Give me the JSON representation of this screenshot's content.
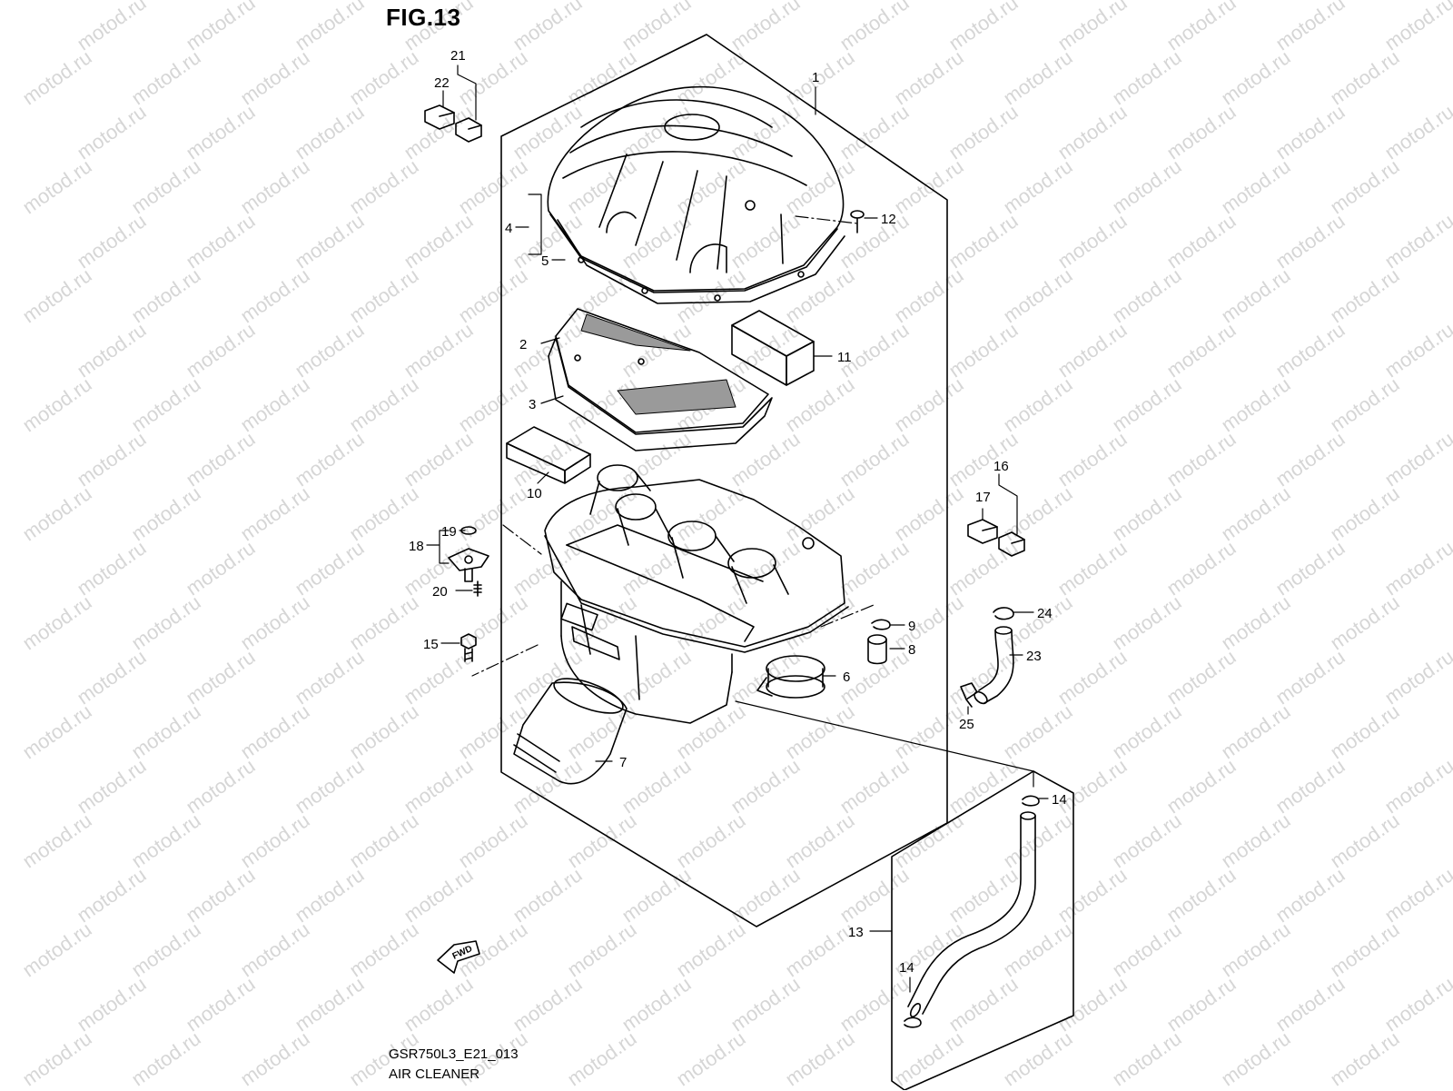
{
  "figure": {
    "title": "FIG.13"
  },
  "watermark": {
    "text": "motod.ru",
    "color": "#d6d6d6"
  },
  "footer": {
    "code": "GSR750L3_E21_013",
    "caption": "AIR CLEANER"
  },
  "direction_marker": {
    "text": "FWD",
    "icon": "fwd-arrow-icon"
  },
  "callouts": [
    {
      "id": "1",
      "text": "1"
    },
    {
      "id": "2",
      "text": "2"
    },
    {
      "id": "3",
      "text": "3"
    },
    {
      "id": "4",
      "text": "4"
    },
    {
      "id": "5",
      "text": "5"
    },
    {
      "id": "6",
      "text": "6"
    },
    {
      "id": "7",
      "text": "7"
    },
    {
      "id": "8",
      "text": "8"
    },
    {
      "id": "9",
      "text": "9"
    },
    {
      "id": "10",
      "text": "10"
    },
    {
      "id": "11",
      "text": "11"
    },
    {
      "id": "12",
      "text": "12"
    },
    {
      "id": "13",
      "text": "13"
    },
    {
      "id": "14a",
      "text": "14"
    },
    {
      "id": "14b",
      "text": "14"
    },
    {
      "id": "15",
      "text": "15"
    },
    {
      "id": "16",
      "text": "16"
    },
    {
      "id": "17",
      "text": "17"
    },
    {
      "id": "18",
      "text": "18"
    },
    {
      "id": "19",
      "text": "19"
    },
    {
      "id": "20",
      "text": "20"
    },
    {
      "id": "21",
      "text": "21"
    },
    {
      "id": "22",
      "text": "22"
    },
    {
      "id": "23",
      "text": "23"
    },
    {
      "id": "24",
      "text": "24"
    },
    {
      "id": "25",
      "text": "25"
    }
  ]
}
